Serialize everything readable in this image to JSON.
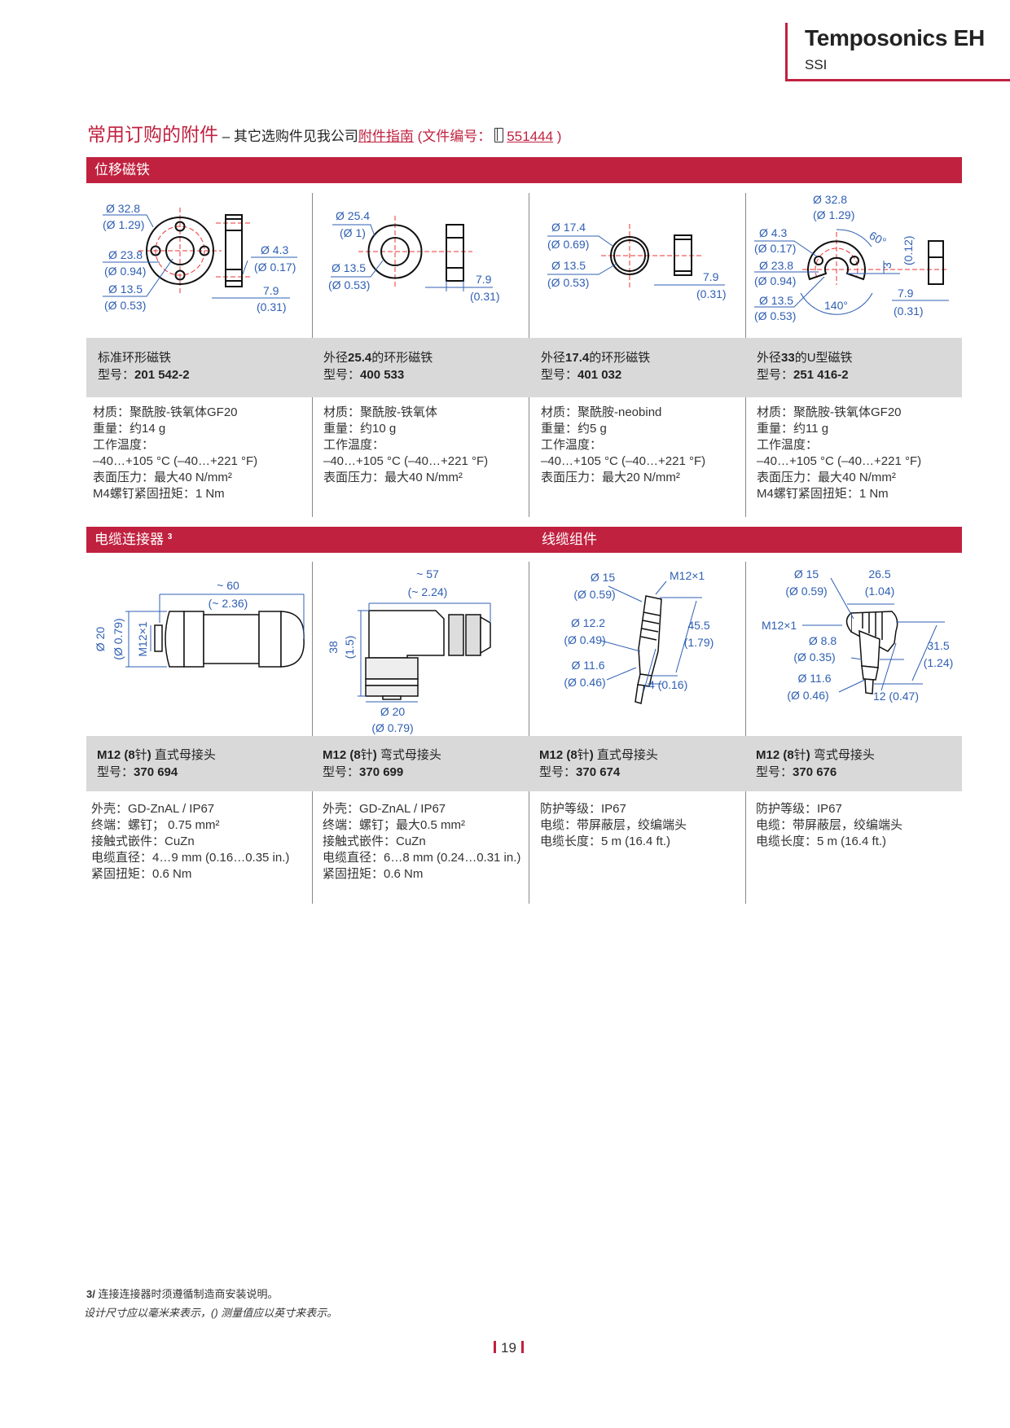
{
  "header": {
    "title": "Temposonics EH",
    "subtitle": "SSI"
  },
  "heading": {
    "title": "常用订购的附件",
    "intro": " – 其它选购件见我公司",
    "guide_link": "附件指南",
    "doc_prefix": " (文件编号：",
    "doc_number": "551444",
    "doc_suffix": " )",
    "doc_icon": "book-icon"
  },
  "colors": {
    "accent": "#c0213f",
    "band": "#d9d9d9",
    "dimension": "#2f5fb3"
  },
  "magnets": {
    "section_title": "位移磁铁",
    "items": [
      {
        "name": "标准环形磁铁",
        "model_label": "型号：",
        "model": "201 542-2",
        "specs": [
          "材质：聚酰胺-铁氧体GF20",
          "重量：约14 g",
          "工作温度：",
          "–40…+105 °C (–40…+221 °F)",
          "表面压力：最大40 N/mm²",
          "M4螺钉紧固扭矩：1 Nm"
        ],
        "dims": [
          "Ø 32.8",
          "(Ø 1.29)",
          "Ø 23.8",
          "(Ø 0.94)",
          "Ø 13.5",
          "(Ø 0.53)",
          "Ø 4.3",
          "(Ø 0.17)",
          "7.9",
          "(0.31)"
        ]
      },
      {
        "name_pre": "外径",
        "name_num": "25.4",
        "name_post": "的环形磁铁",
        "model_label": "型号：",
        "model": "400 533",
        "specs": [
          "材质：聚酰胺-铁氧体",
          "重量：约10 g",
          "工作温度：",
          "–40…+105 °C (–40…+221 °F)",
          "表面压力：最大40 N/mm²"
        ],
        "dims": [
          "Ø 25.4",
          "(Ø 1)",
          "Ø 13.5",
          "(Ø 0.53)",
          "7.9",
          "(0.31)"
        ]
      },
      {
        "name_pre": "外径",
        "name_num": "17.4",
        "name_post": "的环形磁铁",
        "model_label": "型号：",
        "model": "401 032",
        "specs": [
          "材质：聚酰胺-neobind",
          "重量：约5 g",
          "工作温度：",
          "–40…+105 °C (–40…+221 °F)",
          "表面压力：最大20 N/mm²"
        ],
        "dims": [
          "Ø 17.4",
          "(Ø 0.69)",
          "Ø 13.5",
          "(Ø 0.53)",
          "7.9",
          "(0.31)"
        ]
      },
      {
        "name_pre": "外径",
        "name_num": "33",
        "name_post": "的U型磁铁",
        "model_label": "型号：",
        "model": "251 416-2",
        "specs": [
          "材质：聚酰胺-铁氧体GF20",
          "重量：约11 g",
          "工作温度：",
          "–40…+105 °C (–40…+221 °F)",
          "表面压力：最大40 N/mm²",
          "M4螺钉紧固扭矩：1 Nm"
        ],
        "dims": [
          "Ø 32.8",
          "(Ø 1.29)",
          "Ø 4.3",
          "(Ø 0.17)",
          "60°",
          "3",
          "(0.12)",
          "Ø 23.8",
          "(Ø 0.94)",
          "Ø 13.5",
          "(Ø 0.53)",
          "140°",
          "7.9",
          "(0.31)"
        ]
      }
    ]
  },
  "connectors": {
    "section_title": "电缆连接器",
    "section_footnote_ref": "3",
    "cable_section_title": "线缆组件",
    "items": [
      {
        "name_bold": "M12 (8",
        "name_mid": "针",
        "name_bold2": ")",
        "name_post": " 直式母接头",
        "model_label": "型号：",
        "model": "370 694",
        "specs": [
          "外壳：GD-ZnAL / IP67",
          "终端：螺钉； 0.75 mm²",
          "接触式嵌件：CuZn",
          "电缆直径：4…9 mm (0.16…0.35 in.)",
          "紧固扭矩：0.6 Nm"
        ],
        "dims": [
          "~ 60",
          "(~ 2.36)",
          "Ø 20",
          "(Ø 0.79)",
          "M12×1"
        ]
      },
      {
        "name_bold": "M12 (8",
        "name_mid": "针",
        "name_bold2": ")",
        "name_post": " 弯式母接头",
        "model_label": "型号：",
        "model": "370 699",
        "specs": [
          "外壳：GD-ZnAL / IP67",
          "终端：螺钉；最大0.5 mm²",
          "接触式嵌件：CuZn",
          "电缆直径：6…8 mm (0.24…0.31 in.)",
          "紧固扭矩：0.6 Nm"
        ],
        "dims": [
          "~ 57",
          "(~ 2.24)",
          "38",
          "(1.5)",
          "Ø 20",
          "(Ø 0.79)"
        ]
      },
      {
        "name_bold": "M12 (8",
        "name_mid": "针",
        "name_bold2": ")",
        "name_post": " 直式母接头",
        "model_label": "型号：",
        "model": "370 674",
        "specs": [
          "防护等级：IP67",
          "电缆：带屏蔽层，绞编端头",
          "电缆长度：5 m (16.4 ft.)"
        ],
        "dims": [
          "Ø 15",
          "(Ø 0.59)",
          "M12×1",
          "Ø 12.2",
          "(Ø 0.49)",
          "45.5",
          "(1.79)",
          "Ø 11.6",
          "(Ø 0.46)",
          "4 (0.16)"
        ]
      },
      {
        "name_bold": "M12 (8",
        "name_mid": "针",
        "name_bold2": ")",
        "name_post": " 弯式母接头",
        "model_label": "型号：",
        "model": "370 676",
        "specs": [
          "防护等级：IP67",
          "电缆：带屏蔽层，绞编端头",
          "电缆长度：5 m (16.4 ft.)"
        ],
        "dims": [
          "Ø 15",
          "(Ø 0.59)",
          "26.5",
          "(1.04)",
          "M12×1",
          "Ø 8.8",
          "(Ø 0.35)",
          "31.5",
          "(1.24)",
          "Ø 11.6",
          "(Ø 0.46)",
          "12 (0.47)"
        ]
      }
    ]
  },
  "footnotes": {
    "note3_num": "3/",
    "note3_text": " 连接连接器时须遵循制造商安装说明。",
    "units_note": "设计尺寸应以毫米来表示，() 测量值应以英寸来表示。"
  },
  "page_number": "19"
}
